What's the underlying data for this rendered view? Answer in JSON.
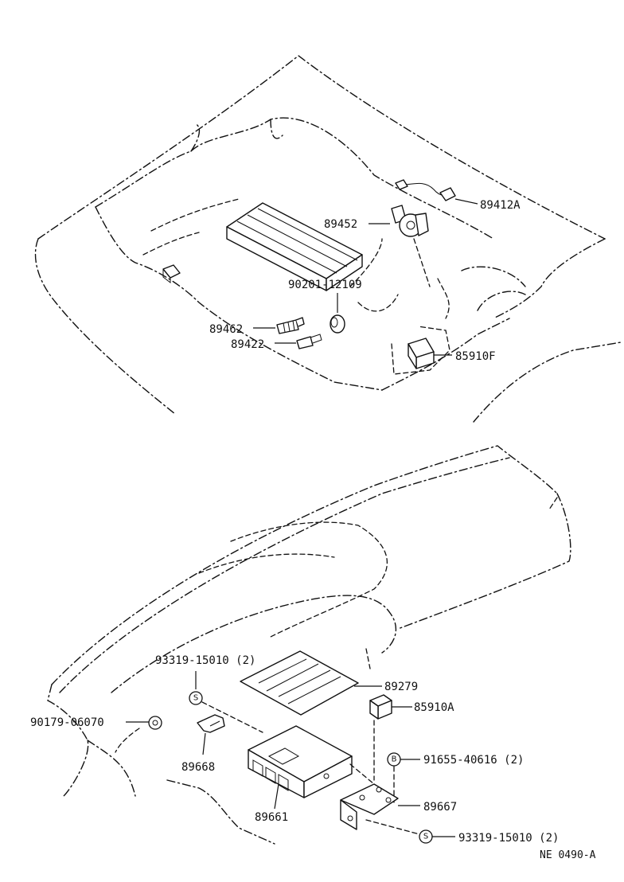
{
  "parts": {
    "p89412A": "89412A",
    "p89452": "89452",
    "p90201": "90201-12109",
    "p89462": "89462",
    "p89422": "89422",
    "p85910F": "85910F",
    "p93319a": "93319-15010 (2)",
    "p89279": "89279",
    "p85910A": "85910A",
    "p90179": "90179-06070",
    "p89668": "89668",
    "p91655": "91655-40616 (2)",
    "p89661": "89661",
    "p89667": "89667",
    "p93319b": "93319-15010 (2)"
  },
  "markers": {
    "s1": "S",
    "s2": "S",
    "b1": "B"
  },
  "figure_code": "NE 0490-A"
}
